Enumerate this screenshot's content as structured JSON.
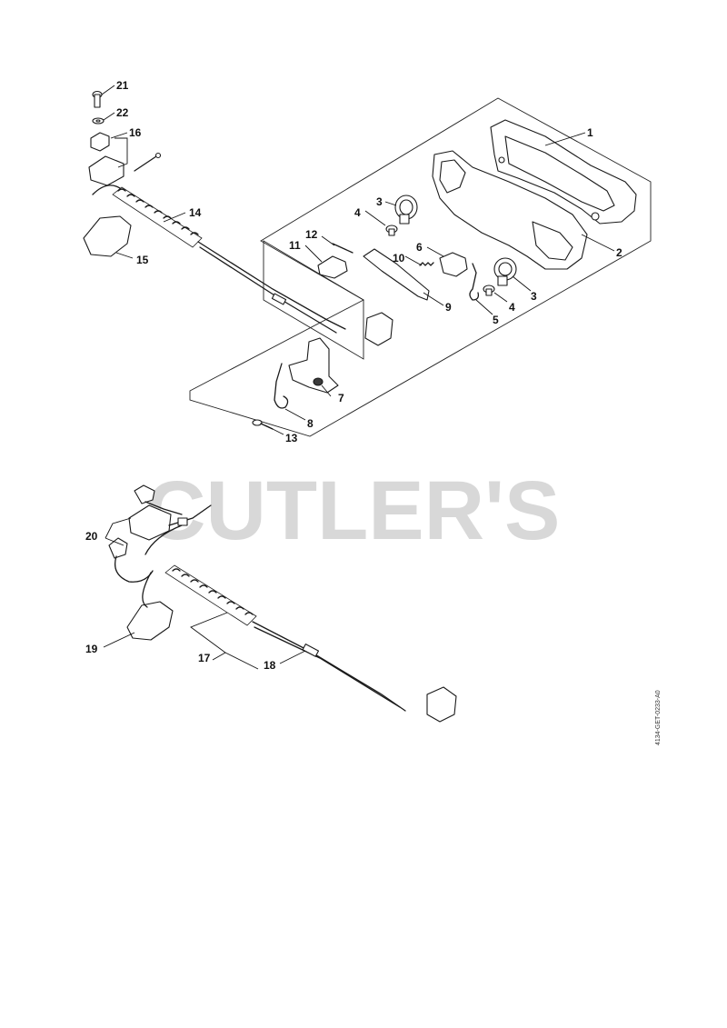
{
  "watermark": "CUTLER'S",
  "document_id": "4134-GET-0233-A0",
  "callouts": {
    "c1": "1",
    "c2": "2",
    "c3a": "3",
    "c3b": "3",
    "c4a": "4",
    "c4b": "4",
    "c5": "5",
    "c6": "6",
    "c7": "7",
    "c8": "8",
    "c9": "9",
    "c10": "10",
    "c11": "11",
    "c12": "12",
    "c13": "13",
    "c14": "14",
    "c15": "15",
    "c16": "16",
    "c17": "17",
    "c18": "18",
    "c19": "19",
    "c20": "20",
    "c21": "21",
    "c22": "22"
  }
}
